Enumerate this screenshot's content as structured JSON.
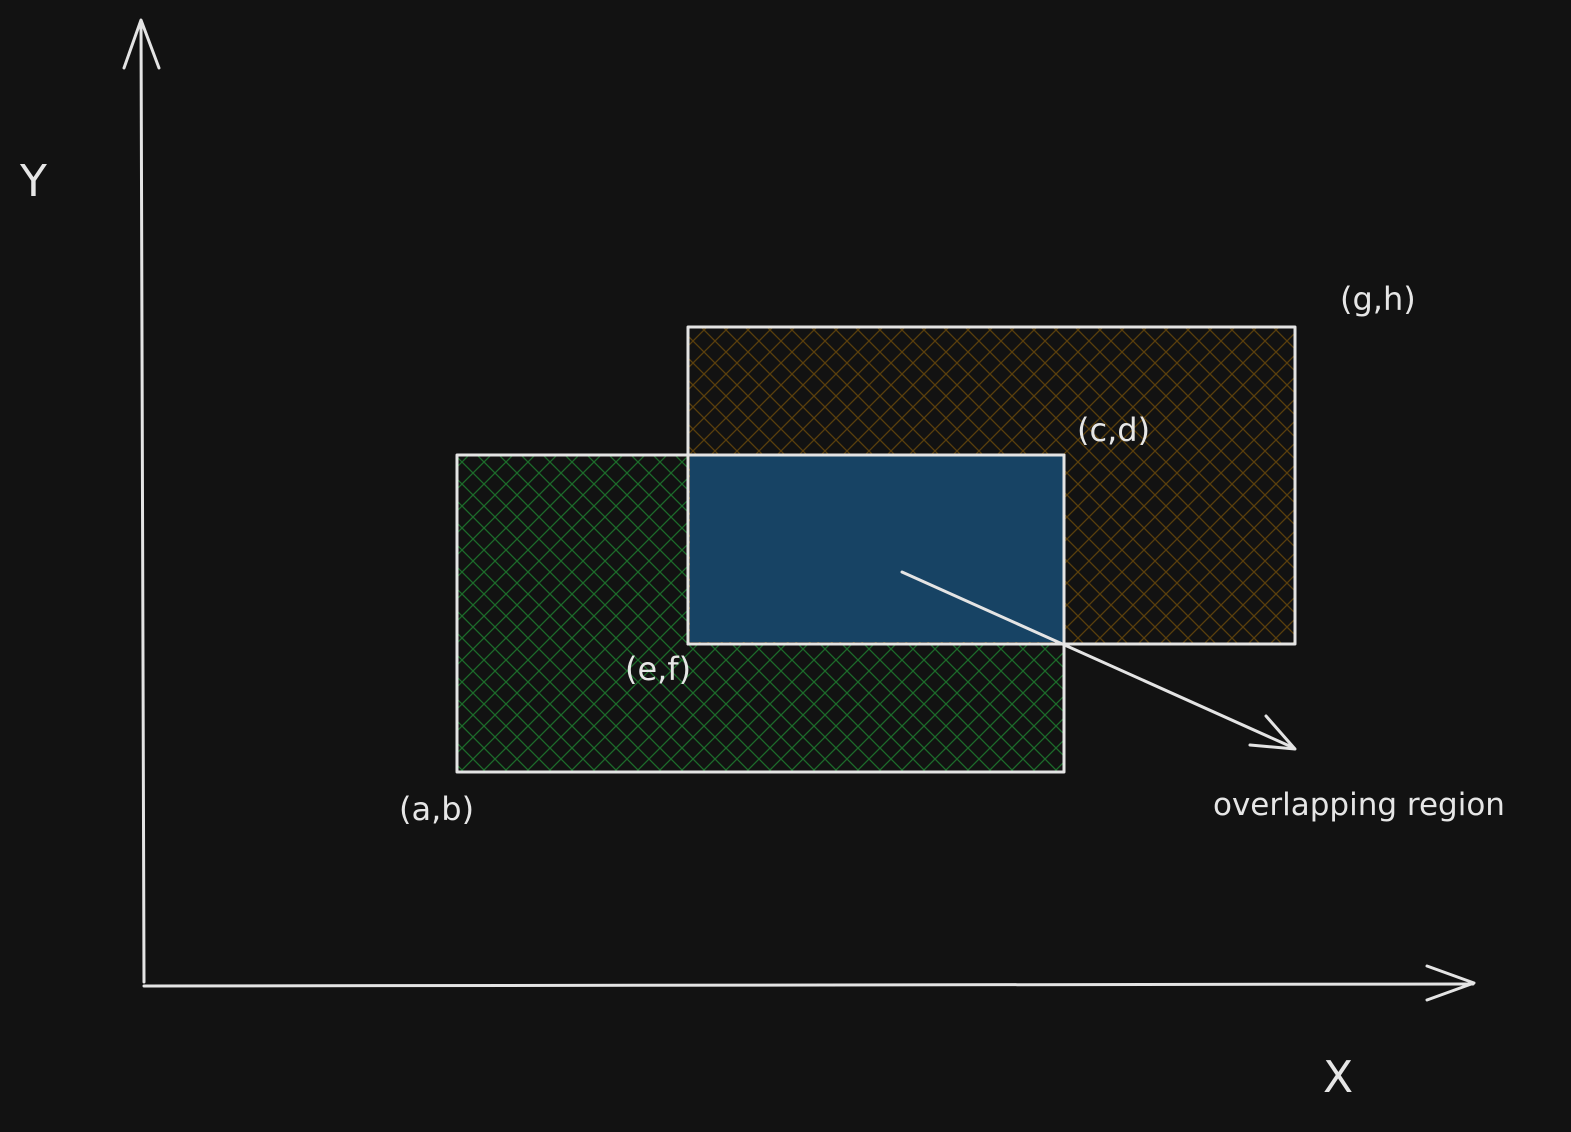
{
  "colors": {
    "background": "#121212",
    "stroke": "#e4e4e4",
    "green_hatch": "#1c6b2a",
    "orange_hatch": "#5a3f0c",
    "overlap_fill": "#174364"
  },
  "axes": {
    "x_label": "X",
    "y_label": "Y"
  },
  "points": {
    "a_b": "(a,b)",
    "c_d": "(c,d)",
    "e_f": "(e,f)",
    "g_h": "(g,h)"
  },
  "annotation": {
    "text": "overlapping region"
  }
}
